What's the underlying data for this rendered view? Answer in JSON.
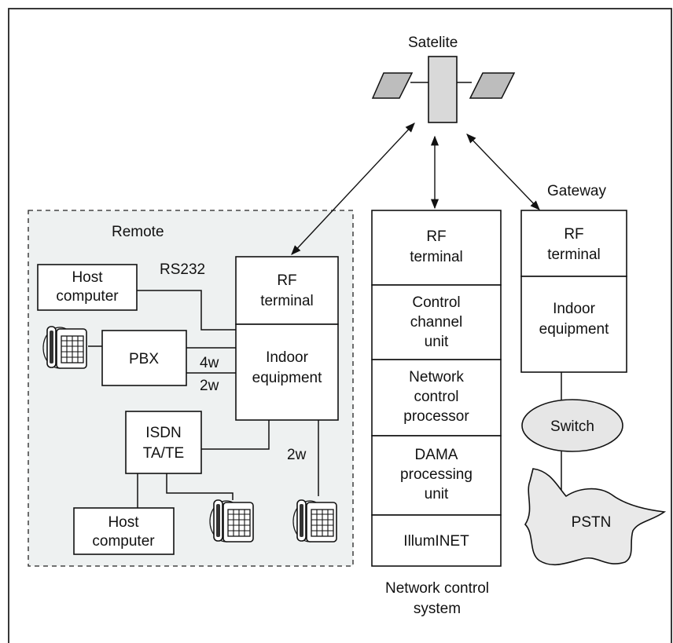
{
  "colors": {
    "background": "#ffffff",
    "remote_zone_fill": "#eef1f1",
    "satellite_panel": "#bdbdbd",
    "switch_fill": "#e6e6e6",
    "pstn_fill": "#e9e9e9",
    "line": "#111111"
  },
  "satellite": {
    "label": "Satelite",
    "icon": "satellite-icon"
  },
  "remote": {
    "label": "Remote",
    "rs232": "RS232",
    "host_computer_top": [
      "Host",
      "computer"
    ],
    "rf_terminal": [
      "RF",
      "terminal"
    ],
    "pbx": "PBX",
    "wire_4w": "4w",
    "wire_2w": "2w",
    "indoor_equipment": [
      "Indoor",
      "equipment"
    ],
    "isdn": [
      "ISDN",
      "TA/TE"
    ],
    "wire_2w_phone": "2w",
    "host_computer_bottom": [
      "Host",
      "computer"
    ],
    "phone_icon": "telephone-icon"
  },
  "ncs": {
    "rf_terminal": [
      "RF",
      "terminal"
    ],
    "control_channel_unit": [
      "Control",
      "channel",
      "unit"
    ],
    "network_control_processor": [
      "Network",
      "control",
      "processor"
    ],
    "dama_processing_unit": [
      "DAMA",
      "processing",
      "unit"
    ],
    "illuminet": "IllumINET",
    "caption": [
      "Network control",
      "system"
    ]
  },
  "gateway": {
    "label": "Gateway",
    "rf_terminal": [
      "RF",
      "terminal"
    ],
    "indoor_equipment": [
      "Indoor",
      "equipment"
    ],
    "switch": "Switch",
    "pstn": "PSTN"
  }
}
